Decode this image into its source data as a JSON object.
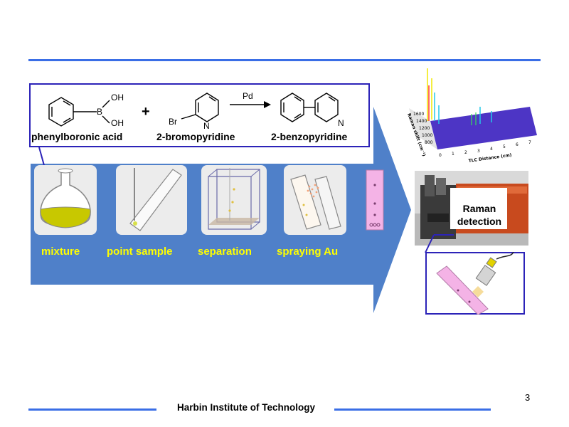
{
  "reaction": {
    "reactant1_label": "phenylboronic acid",
    "reactant2_label": "2-bromopyridine",
    "product_label": "2-benzopyridine",
    "plus_sign": "+",
    "catalyst": "Pd",
    "atoms": {
      "oh_top": "OH",
      "oh_bottom": "OH",
      "boron": "B",
      "bromine": "Br",
      "nitrogen_reactant": "N",
      "nitrogen_product": "N"
    }
  },
  "steps": [
    {
      "label": "mixture"
    },
    {
      "label": "point sample"
    },
    {
      "label": "separation"
    },
    {
      "label": "spraying Au"
    }
  ],
  "detection": {
    "label_line1": "Raman",
    "label_line2": "detection"
  },
  "spectrum_3d": {
    "x_axis_label": "TLC Distance (cm)",
    "x_ticks": [
      "0",
      "1",
      "2",
      "3",
      "4",
      "5",
      "6",
      "7"
    ],
    "y_axis_label": "Raman shift (cm⁻¹)",
    "y_ticks": [
      "1600",
      "1400",
      "1200",
      "1000",
      "800"
    ]
  },
  "footer": {
    "institution": "Harbin Institute of Technology",
    "page_number": "3"
  },
  "colors": {
    "rule_blue": "#3a6ee6",
    "arrow_blue": "#4f80c9",
    "box_border": "#2c23b8",
    "step_text": "#ffff00",
    "flask_liquid": "#c8c800",
    "strip_pink": "#f4b3e6"
  }
}
